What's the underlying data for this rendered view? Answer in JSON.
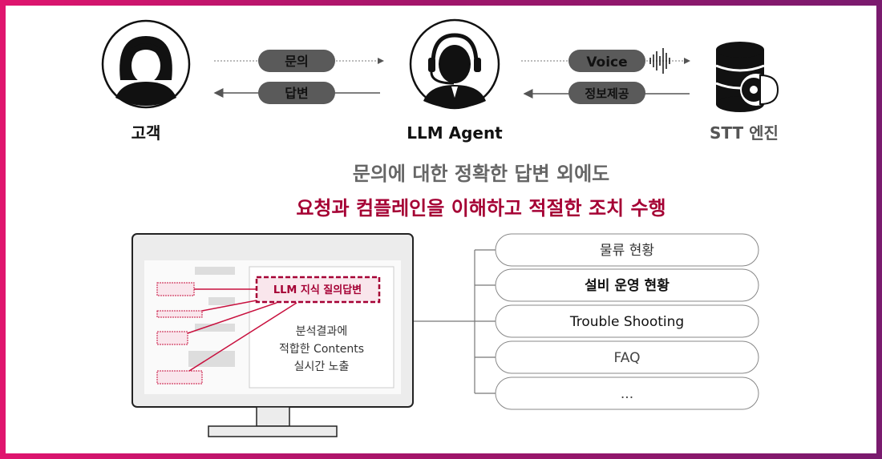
{
  "actors": {
    "customer": "고객",
    "agent": "LLM Agent",
    "stt": "STT 엔진"
  },
  "flows": {
    "inquiry": "문의",
    "answer": "답변",
    "voice": "Voice",
    "info": "정보제공"
  },
  "headline": {
    "line1": "문의에 대한 정확한 답변 외에도",
    "line2": "요청과 컴플레인을 이해하고 적절한 조치 수행"
  },
  "screen": {
    "highlight": "LLM 지식 질의답변",
    "desc1": "분석결과에",
    "desc2": "적합한 Contents",
    "desc3": "실시간 노출"
  },
  "contents": [
    "물류 현황",
    "설비 운영 현황",
    "Trouble Shooting",
    "FAQ",
    "..."
  ],
  "colors": {
    "accent": "#a50034",
    "pill": "#5a5a5a",
    "border_start": "#e0156e",
    "border_end": "#7a1a6e"
  }
}
